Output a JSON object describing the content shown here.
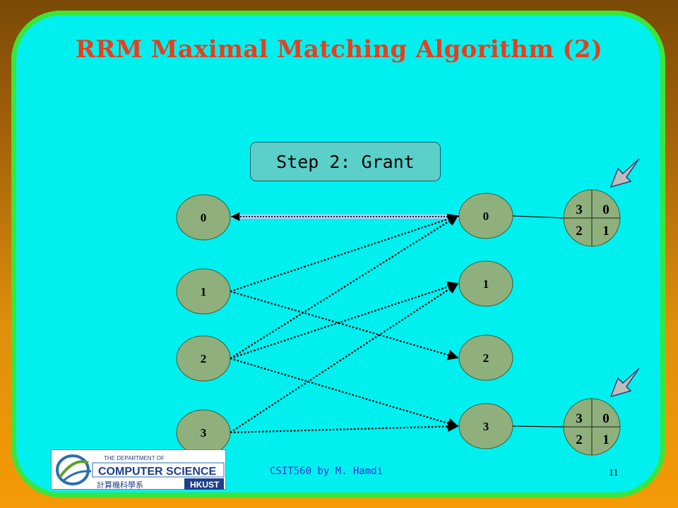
{
  "slide": {
    "title": "RRM Maximal Matching Algorithm (2)",
    "step_label": "Step 2: Grant",
    "footer": "CSIT560 by M. Hamdi",
    "page_number": "11"
  },
  "inputs": [
    "0",
    "1",
    "2",
    "3"
  ],
  "outputs": [
    "0",
    "1",
    "2",
    "3"
  ],
  "arbiters": [
    {
      "quadrants": [
        "3",
        "0",
        "2",
        "1"
      ]
    },
    {
      "quadrants": [
        "3",
        "0",
        "2",
        "1"
      ]
    }
  ],
  "requests": [
    [
      1,
      0
    ],
    [
      1,
      2
    ],
    [
      2,
      0
    ],
    [
      2,
      1
    ],
    [
      2,
      3
    ],
    [
      3,
      1
    ],
    [
      3,
      3
    ]
  ],
  "grants": [
    [
      0,
      0
    ]
  ],
  "logo": {
    "line1": "THE DEPARTMENT OF",
    "line2": "COMPUTER SCIENCE",
    "line3": "計算機科學系",
    "line4": "HKUST"
  },
  "colors": {
    "slide_background": "#00f0f0",
    "slide_border": "#39e639",
    "title": "#e5401f",
    "node_fill": "#8fb07c",
    "step_box": "#5bcfc9",
    "grant_line": "#c8c8ff",
    "footer_text": "#3a2fd0"
  }
}
